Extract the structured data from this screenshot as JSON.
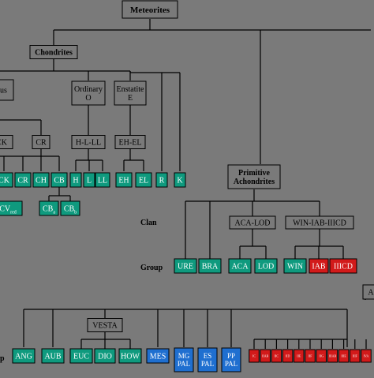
{
  "colors": {
    "background": "#7a7a7a",
    "gray_box": "#7a7a7a",
    "teal_box": "#0f9a7e",
    "blue_box": "#1f6fd0",
    "red_box": "#d21a1a",
    "text_light": "#ffffff",
    "text_dark": "#000000"
  },
  "labels": {
    "clan": "Clan",
    "group": "Group",
    "group_partial": "p"
  },
  "nodes": {
    "meteorites": "Meteorites",
    "chondrites": "Chondrites",
    "carbonaceous_partial": "ous",
    "ordinary": [
      "Ordinary",
      "O"
    ],
    "enstatite": [
      "Enstatite",
      "E"
    ],
    "ck_clan_partial": "CK",
    "cr_clan": "CR",
    "hll_clan": "H-L-LL",
    "ehel_clan": "EH-EL",
    "primitive_achondrites": [
      "Primitive",
      "Achondrites"
    ],
    "aca_lod_clan": "ACA-LOD",
    "win_iab_clan": "WIN-IAB-IIICD",
    "achondrites_partial": "A",
    "vesta": "VESTA",
    "chondrite_groups": [
      "CK",
      "CR",
      "CH",
      "CB",
      "H",
      "L",
      "LL",
      "EH",
      "EL",
      "R",
      "K"
    ],
    "cb_subgroups": [
      {
        "base": "CB",
        "sub": "a"
      },
      {
        "base": "CB",
        "sub": "b"
      }
    ],
    "cv_red": {
      "base": "CV",
      "sub": "red"
    },
    "prim_groups": [
      {
        "label": "URE",
        "color": "teal"
      },
      {
        "label": "BRA",
        "color": "teal"
      },
      {
        "label": "ACA",
        "color": "teal"
      },
      {
        "label": "LOD",
        "color": "teal"
      },
      {
        "label": "WIN",
        "color": "teal"
      },
      {
        "label": "IAB",
        "color": "red"
      },
      {
        "label": "IIICD",
        "color": "red"
      }
    ],
    "achondrite_groups": [
      {
        "label": "ANG",
        "color": "teal"
      },
      {
        "label": "AUB",
        "color": "teal"
      },
      {
        "label": "EUC",
        "color": "teal"
      },
      {
        "label": "DIO",
        "color": "teal"
      },
      {
        "label": "HOW",
        "color": "teal"
      },
      {
        "label": "MES",
        "color": "blue"
      },
      {
        "label": [
          "MG",
          "PAL"
        ],
        "color": "blue"
      },
      {
        "label": [
          "ES",
          "PAL"
        ],
        "color": "blue"
      },
      {
        "label": [
          "PP",
          "PAL"
        ],
        "color": "blue"
      }
    ],
    "iron_groups": [
      "IC",
      "IIAB",
      "IIC",
      "IID",
      "IIE",
      "IIF",
      "IIG",
      "IIIAB",
      "IIIE",
      "IIIF",
      "IVA"
    ]
  }
}
